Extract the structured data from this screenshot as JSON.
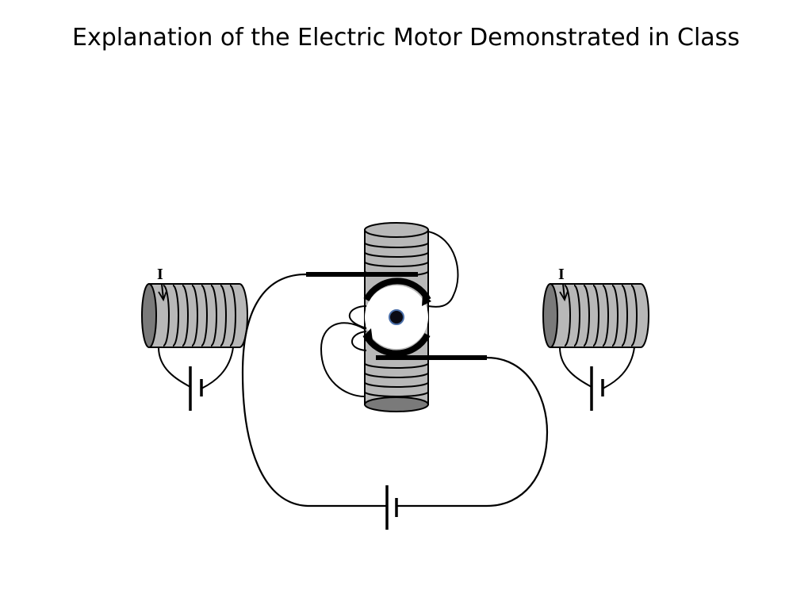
{
  "slide": {
    "title": "Explanation of the Electric Motor Demonstrated in Class"
  },
  "diagram": {
    "current_label": "I",
    "colors": {
      "coil_fill": "#b8b8b8",
      "coil_end": "#7a7a7a",
      "wire": "#000000",
      "axle": "#0a0a14",
      "axle_ring": "#4a6ea8"
    },
    "components": [
      "left-field-coil",
      "right-field-coil",
      "armature",
      "commutator",
      "brushes",
      "main-battery",
      "left-coil-battery",
      "right-coil-battery"
    ]
  }
}
